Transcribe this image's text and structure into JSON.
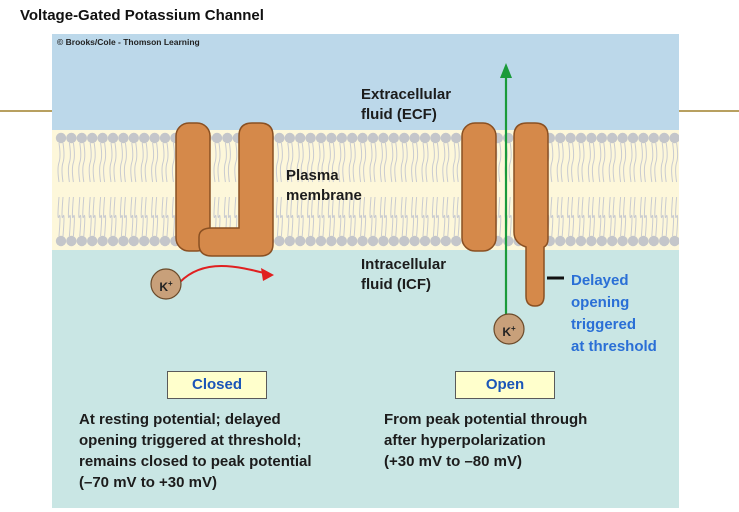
{
  "title": "Voltage-Gated Potassium Channel",
  "copyright": "© Brooks/Cole - Thomson Learning",
  "labels": {
    "ecf": [
      "Extracellular",
      "fluid (ECF)"
    ],
    "membrane": [
      "Plasma",
      "membrane"
    ],
    "icf": [
      "Intracellular",
      "fluid (ICF)"
    ],
    "delayed": [
      "Delayed",
      "opening",
      "triggered",
      "at threshold"
    ]
  },
  "ion": {
    "symbol": "K",
    "charge": "+"
  },
  "states": {
    "closed": {
      "label": "Closed",
      "description": [
        "At resting potential; delayed",
        "opening triggered at threshold;",
        "remains closed to peak potential",
        "(–70 mV to +30 mV)"
      ]
    },
    "open": {
      "label": "Open",
      "description": [
        "From peak potential through",
        "after hyperpolarization",
        "(+30 mV to –80 mV)"
      ]
    }
  },
  "colors": {
    "ecf": "#bcd8ea",
    "icf": "#c9e6e4",
    "membrane": "#fdf7da",
    "lipid_head": "#c4c6ca",
    "channel_protein": "#d5894a",
    "ion": "#c8a07a",
    "red_arrow": "#e02020",
    "green_arrow": "#1a9a3a",
    "highlight_text": "#2a6fd6",
    "state_box": "#ffffcc"
  }
}
